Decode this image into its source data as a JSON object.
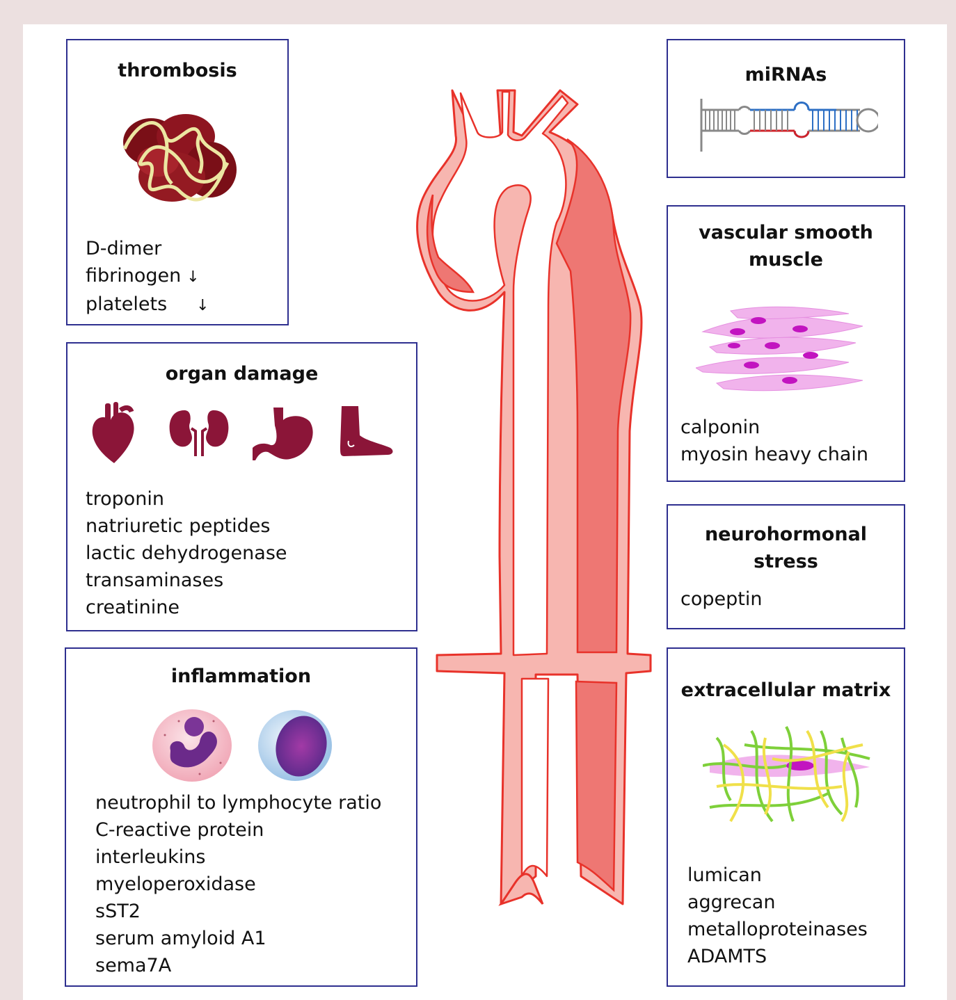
{
  "panels": {
    "thrombosis": {
      "title": "thrombosis",
      "items": [
        "D-dimer",
        "fibrinogen",
        "platelets"
      ],
      "arrow": "↓"
    },
    "organ_damage": {
      "title": "organ damage",
      "icons": [
        "heart-icon",
        "kidney-icon",
        "stomach-icon",
        "foot-icon"
      ],
      "items": [
        "troponin",
        "natriuretic peptides",
        "lactic dehydrogenase",
        "transaminases",
        "creatinine"
      ]
    },
    "inflammation": {
      "title": "inflammation",
      "icons": [
        "neutrophil-icon",
        "lymphocyte-icon"
      ],
      "items": [
        "neutrophil to lymphocyte ratio",
        "C-reactive protein",
        "interleukins",
        "myeloperoxidase",
        "sST2",
        "serum amyloid A1",
        "sema7A"
      ]
    },
    "mirnas": {
      "title": "miRNAs",
      "icons": [
        "hairpin-rna-icon"
      ]
    },
    "vascular_smooth_muscle": {
      "title_line1": "vascular smooth",
      "title_line2": "muscle",
      "icons": [
        "smooth-muscle-cells-icon"
      ],
      "items": [
        "calponin",
        "myosin heavy chain"
      ]
    },
    "neurohormonal_stress": {
      "title_line1": "neurohormonal",
      "title_line2": "stress",
      "items": [
        "copeptin"
      ]
    },
    "extracellular_matrix": {
      "title": "extracellular matrix",
      "icons": [
        "fiber-mesh-icon"
      ],
      "items": [
        "lumican",
        "aggrecan",
        "metalloproteinases",
        "ADAMTS"
      ]
    }
  },
  "center_illustration": "aorta-dissection-icon",
  "colors": {
    "border": "#2e2f8f",
    "organ": "#8b1538",
    "aorta_wall": "#e8322a",
    "aorta_fill": "#f7b6b0",
    "false_lumen": "#ee7773"
  }
}
